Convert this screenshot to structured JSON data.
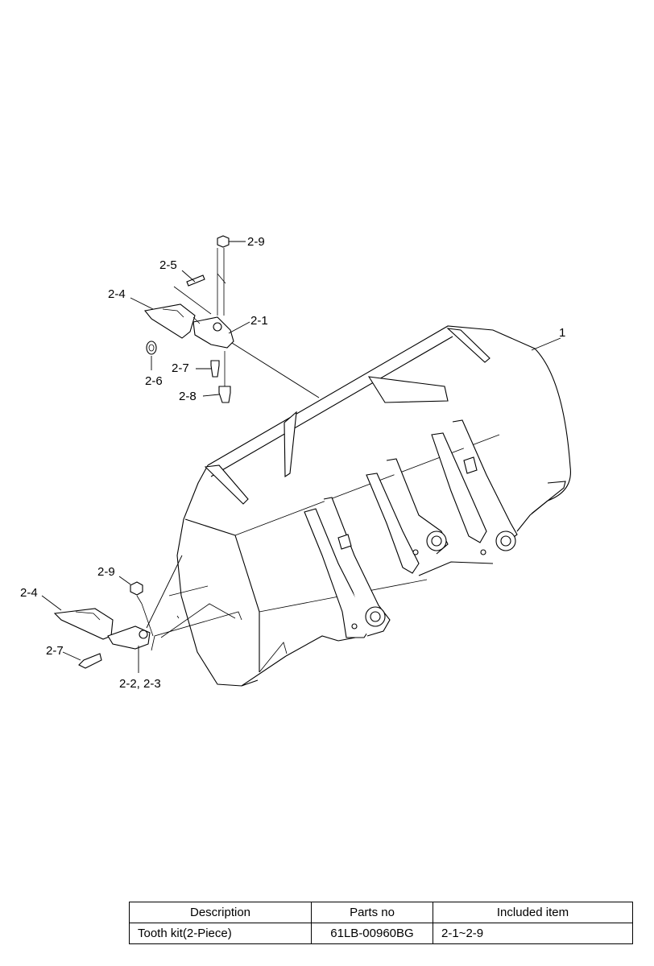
{
  "callouts": {
    "c_1": "1",
    "c_2_1": "2-1",
    "c_2_4_top": "2-4",
    "c_2_5": "2-5",
    "c_2_6": "2-6",
    "c_2_7_top": "2-7",
    "c_2_8": "2-8",
    "c_2_9_top": "2-9",
    "c_2_9_bottom": "2-9",
    "c_2_4_bottom": "2-4",
    "c_2_7_bottom": "2-7",
    "c_2_2_3": "2-2, 2-3"
  },
  "table": {
    "headers": [
      "Description",
      "Parts no",
      "Included item"
    ],
    "rows": [
      [
        "Tooth kit(2-Piece)",
        "61LB-00960BG",
        "2-1~2-9"
      ]
    ]
  }
}
